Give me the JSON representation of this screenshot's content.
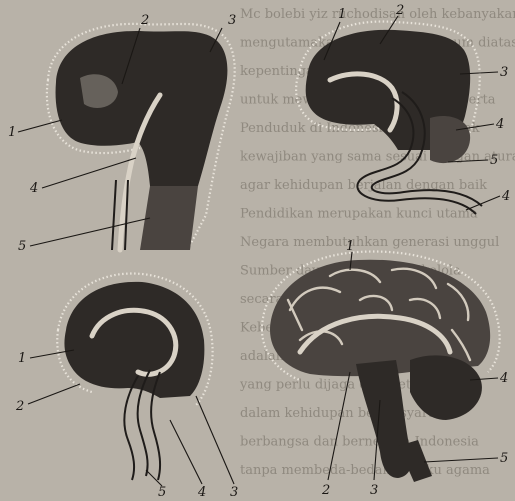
{
  "background_text_lines": [
    "Mc bolebi yiz ruchodisan oleh kebanyakan orang",
    "mengutamakan kepentingan umum diatas",
    "kepentingan pribadi dan golongan",
    "untuk mewujudkan dengan kelas serta",
    "Penduduk di Indonesia memiliki hak",
    "kewajiban yang sama sesuai dengan aturan",
    "agar kehidupan berjalan dengan baik",
    "Pendidikan merupakan kunci utama",
    "Negara membutuhkan generasi unggul",
    "Sumber daya alam harus dikelola",
    "secara bijaksana agar tetap lestari",
    "Kebersamaan dan gotong royong",
    "adalah nilai luhur bangsa kita",
    "yang perlu dijaga oleh setiap warga",
    "dalam kehidupan bermasyarakat",
    "berbangsa dan bernegara Indonesia",
    "tanpa membeda-bedakan suku agama"
  ],
  "figures": {
    "top_left": {
      "labels": [
        "1",
        "2",
        "3",
        "4",
        "5"
      ]
    },
    "top_right": {
      "labels": [
        "1",
        "2",
        "3",
        "4",
        "5",
        "4"
      ]
    },
    "bottom_left": {
      "labels": [
        "1",
        "2",
        "5",
        "4",
        "3"
      ]
    },
    "bottom_right": {
      "labels": [
        "1",
        "4",
        "5",
        "2",
        "3"
      ]
    }
  },
  "colors": {
    "paper": "#b8b2a8",
    "ink": "#1a1714",
    "tissue_dark": "#2e2a27",
    "cavity_light": "#d9d2c6"
  }
}
